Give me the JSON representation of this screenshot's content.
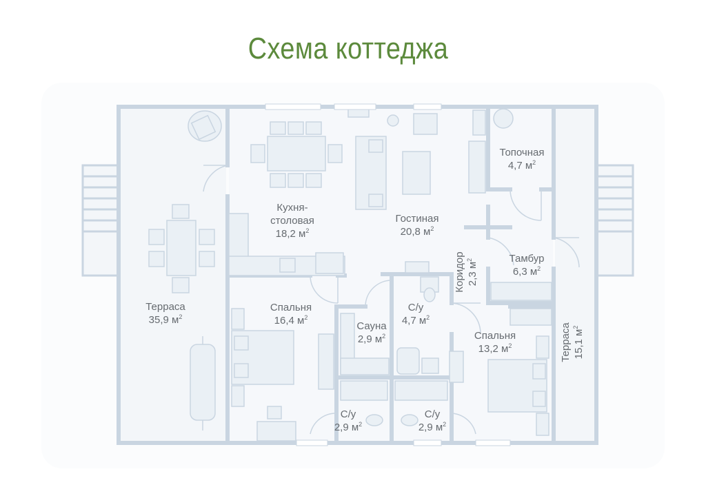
{
  "title": "Схема коттеджа",
  "area_unit": "м",
  "area_exp": "2",
  "colors": {
    "title": "#5c8a3c",
    "wall": "#c9d5e1",
    "floor": "#f3f6f9",
    "furniture": "#d8e2ec",
    "text": "#666b70"
  },
  "rooms": [
    {
      "id": "terrace-left",
      "name": "Терраса",
      "area": "35,9"
    },
    {
      "id": "kitchen",
      "name_line1": "Кухня-",
      "name_line2": "столовая",
      "area": "18,2"
    },
    {
      "id": "living",
      "name": "Гостиная",
      "area": "20,8"
    },
    {
      "id": "boiler",
      "name": "Топочная",
      "area": "4,7"
    },
    {
      "id": "corridor",
      "name": "Коридор",
      "area": "2,3"
    },
    {
      "id": "vestibule",
      "name": "Тамбур",
      "area": "6,3"
    },
    {
      "id": "bedroom-1",
      "name": "Спальня",
      "area": "16,4"
    },
    {
      "id": "sauna",
      "name": "Сауна",
      "area": "2,9"
    },
    {
      "id": "bath-1",
      "name": "С/у",
      "area": "4,7"
    },
    {
      "id": "bedroom-2",
      "name": "Спальня",
      "area": "13,2"
    },
    {
      "id": "terrace-right",
      "name": "Терраса",
      "area": "15,1"
    },
    {
      "id": "bath-2",
      "name": "С/у",
      "area": "2,9"
    },
    {
      "id": "bath-3",
      "name": "С/у",
      "area": "2,9"
    }
  ]
}
